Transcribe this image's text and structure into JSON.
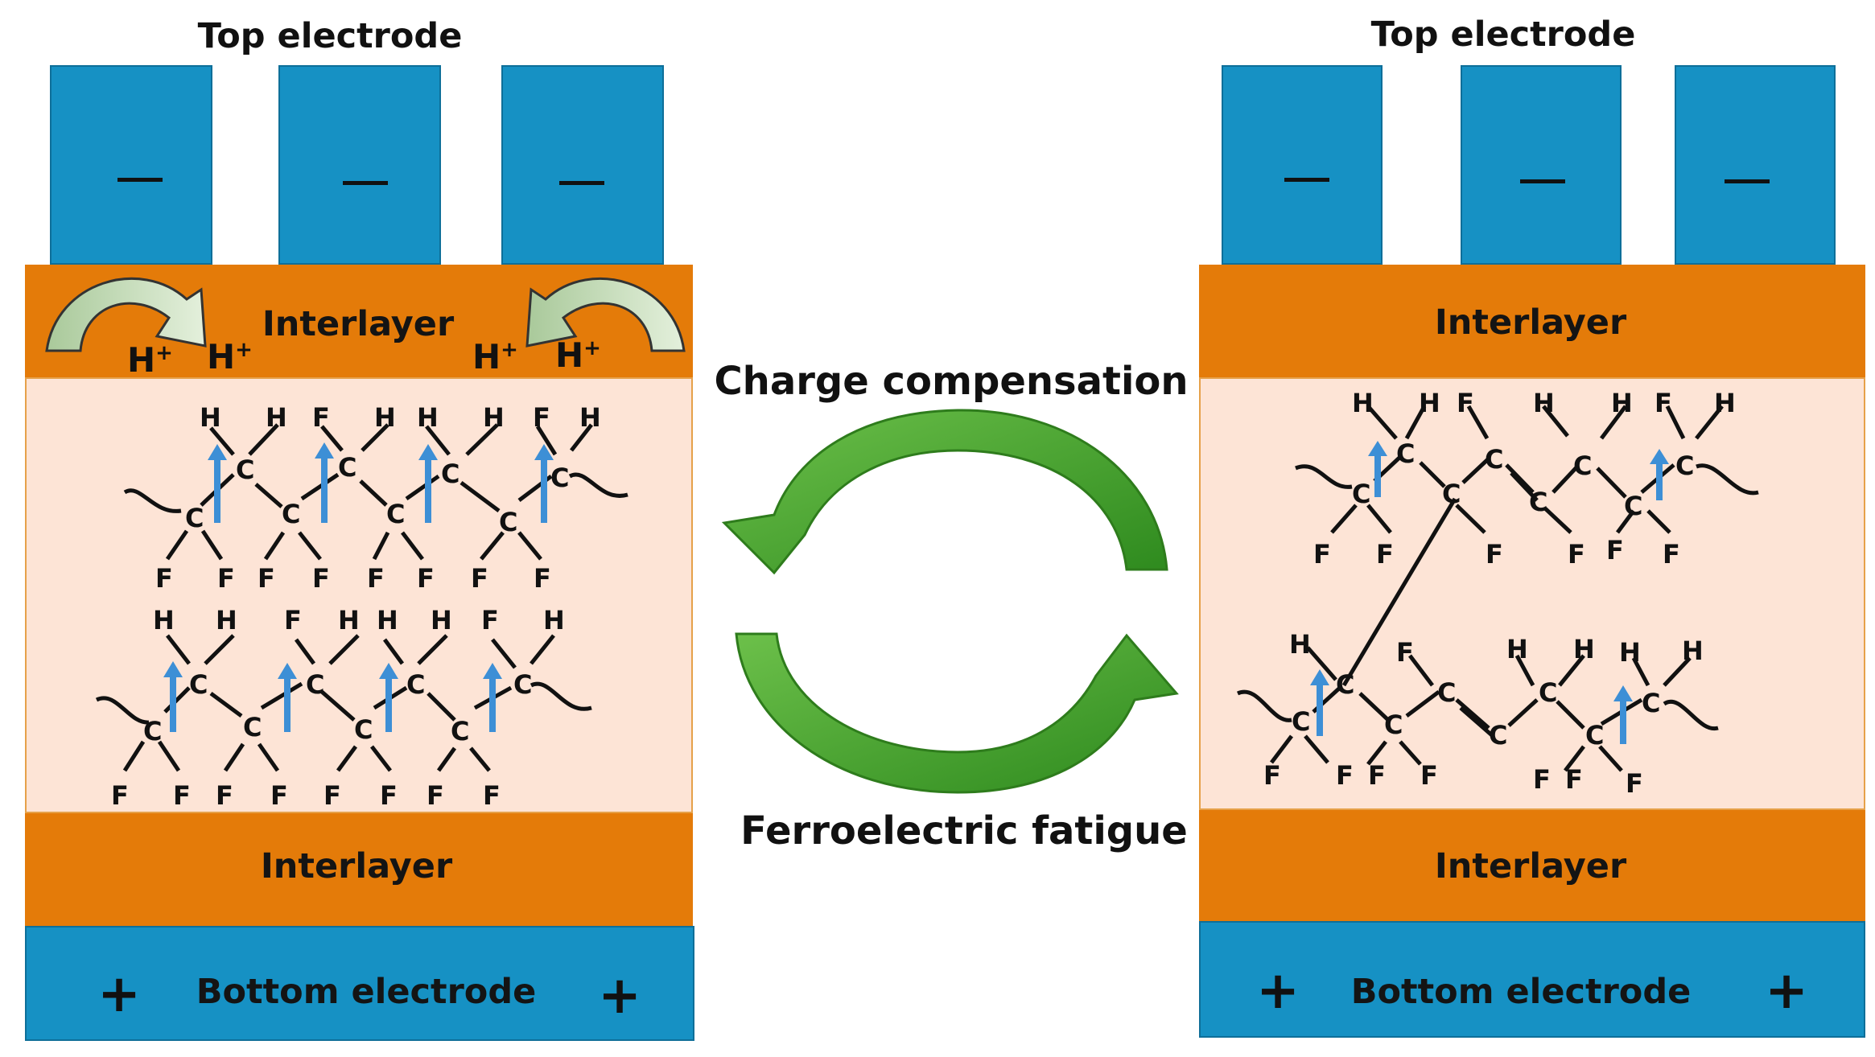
{
  "left_panel": {
    "top_label": "Top electrode",
    "interlayer_top": "Interlayer",
    "interlayer_bottom": "Interlayer",
    "bottom_electrode": "Bottom electrode",
    "top_electrode_sign": "—",
    "bottom_electrode_sign": "+",
    "protons": [
      "H+",
      "H+",
      "H+",
      "H+"
    ]
  },
  "right_panel": {
    "top_label": "Top electrode",
    "interlayer_top": "Interlayer",
    "interlayer_bottom": "Interlayer",
    "bottom_electrode": "Bottom electrode",
    "top_electrode_sign": "—",
    "bottom_electrode_sign": "+"
  },
  "cycle": {
    "top_label": "Charge compensation",
    "bottom_label": "Ferroelectric fatigue"
  },
  "colors": {
    "electrode": "#1691c4",
    "interlayer": "#e47b09",
    "ferroelectric": "#fde4d6",
    "cycle_arrow": "#47a72c",
    "dipole_arrow": "#3d8fd6"
  }
}
